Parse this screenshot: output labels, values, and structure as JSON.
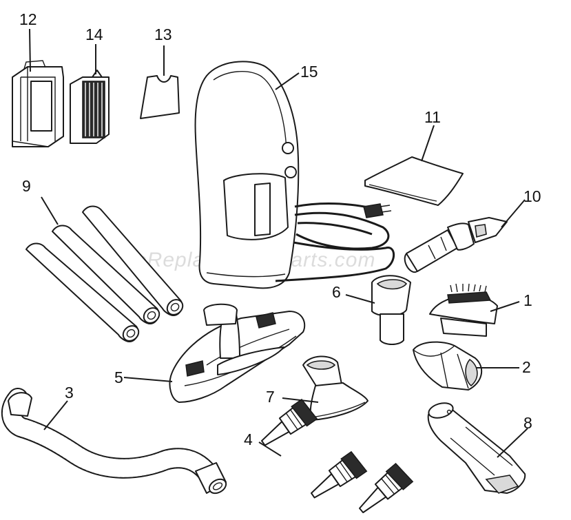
{
  "watermark": "eReplacementParts.com",
  "labels": {
    "p1": "1",
    "p2": "2",
    "p3": "3",
    "p4": "4",
    "p5": "5",
    "p6": "6",
    "p7": "7",
    "p8": "8",
    "p9": "9",
    "p10": "10",
    "p11": "11",
    "p12": "12",
    "p13": "13",
    "p14": "14",
    "p15": "15"
  }
}
